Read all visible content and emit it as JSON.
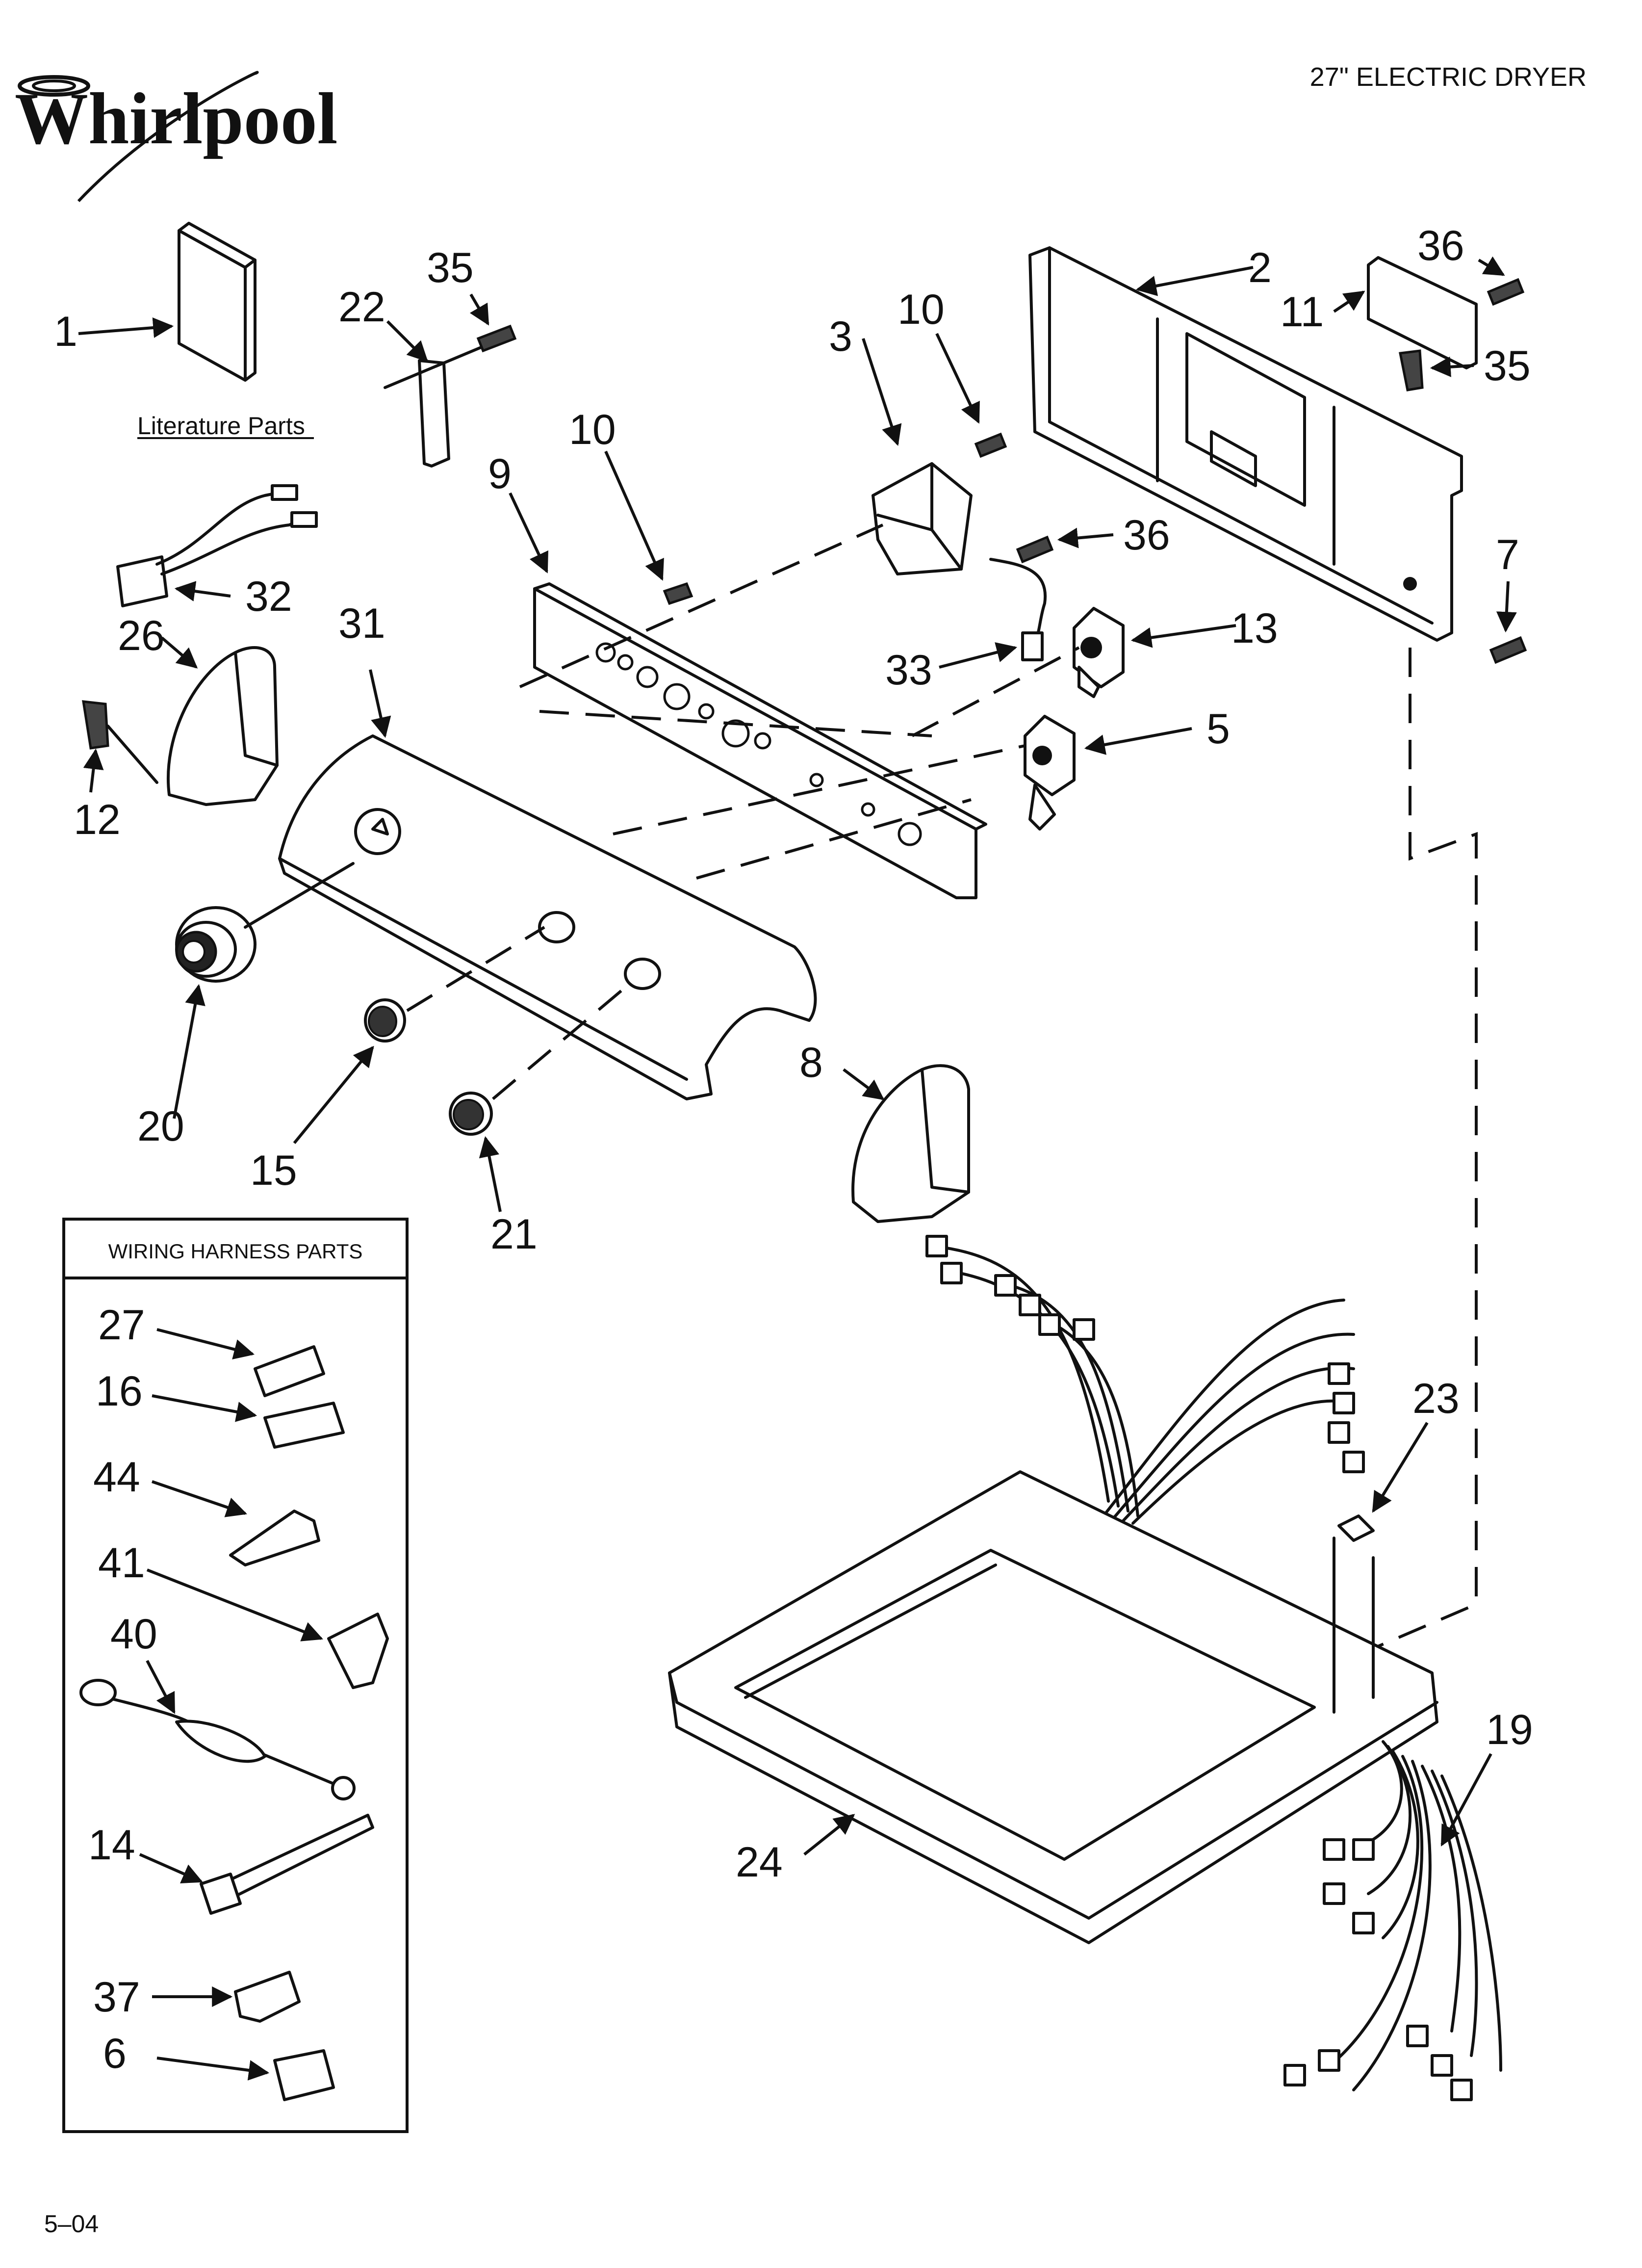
{
  "header": {
    "brand": "Whirlpool",
    "product_title": "27\" ELECTRIC DRYER"
  },
  "footer": {
    "page_code": "5–04"
  },
  "captions": {
    "literature": "Literature Parts",
    "harness_box_title": "WIRING HARNESS PARTS"
  },
  "part_labels": {
    "p1": "1",
    "p2": "2",
    "p3": "3",
    "p5": "5",
    "p6": "6",
    "p7": "7",
    "p8": "8",
    "p9": "9",
    "p10a": "10",
    "p10b": "10",
    "p11": "11",
    "p12": "12",
    "p13": "13",
    "p14": "14",
    "p15": "15",
    "p16": "16",
    "p19": "19",
    "p20": "20",
    "p21": "21",
    "p22": "22",
    "p23": "23",
    "p24": "24",
    "p26": "26",
    "p27": "27",
    "p31": "31",
    "p32": "32",
    "p33": "33",
    "p35a": "35",
    "p35b": "35",
    "p36a": "36",
    "p36b": "36",
    "p37": "37",
    "p40": "40",
    "p41": "41",
    "p44": "44"
  }
}
